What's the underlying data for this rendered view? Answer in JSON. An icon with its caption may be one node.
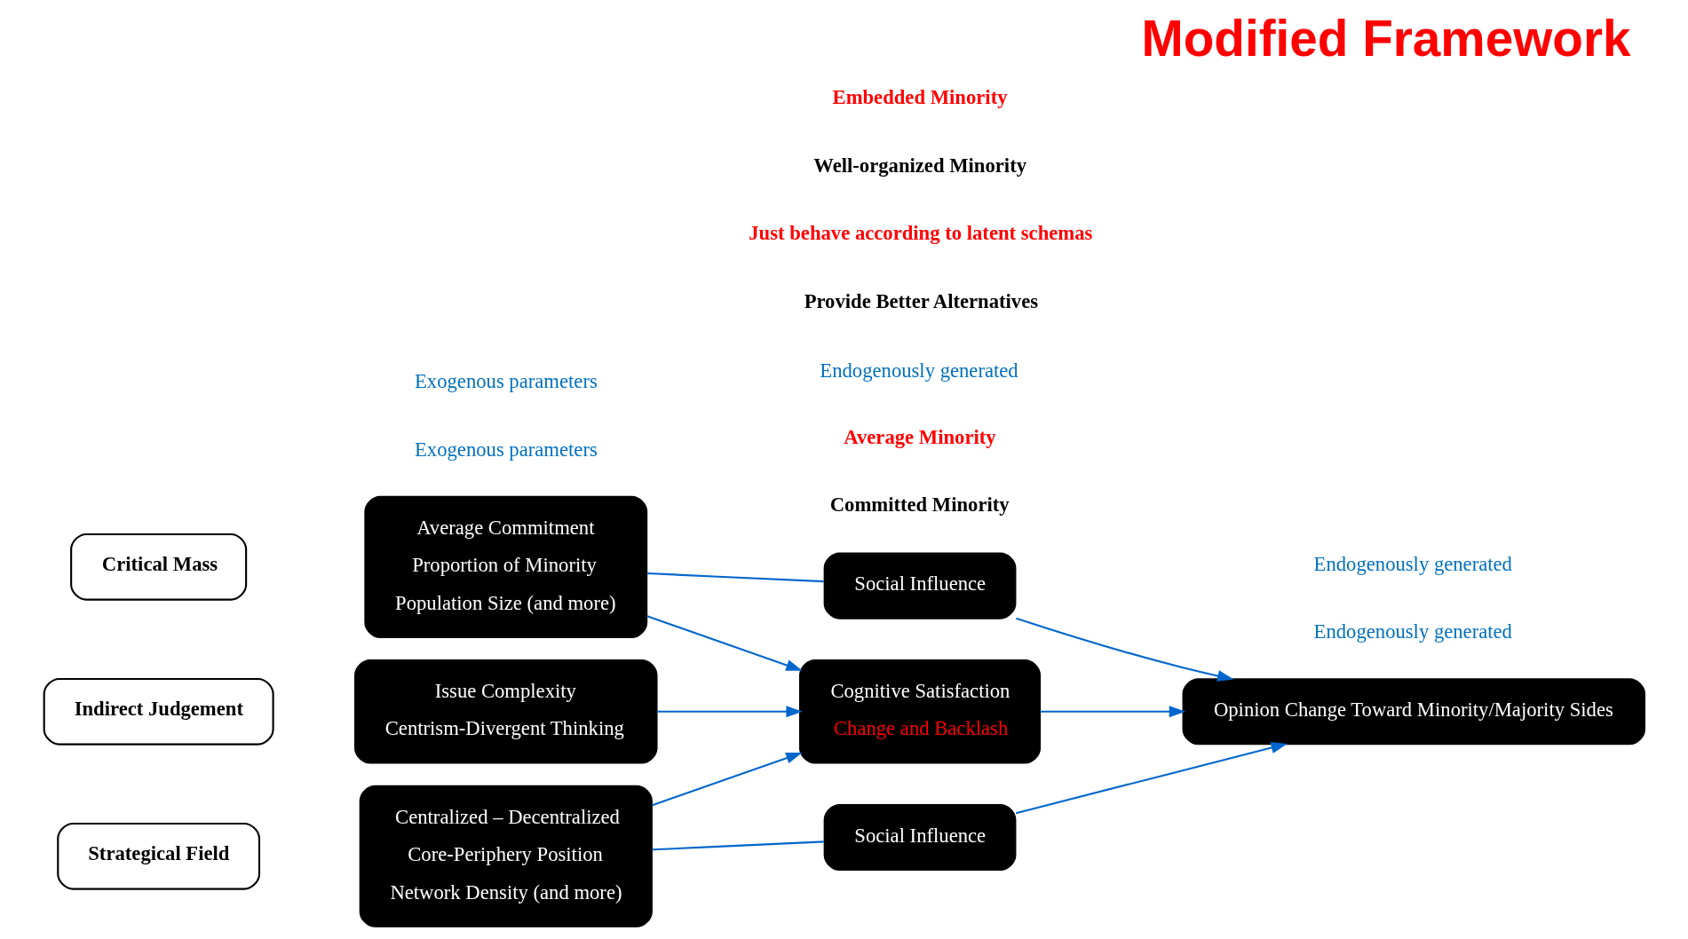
{
  "diagram": {
    "title": "Modified Framework",
    "nodes": [
      {
        "text": [
          "Critical Mass"
        ]
      },
      {
        "text": [
          "Average Commitment",
          "Proportion of Minority",
          "Population Size (and more)"
        ]
      },
      {
        "text": [
          "Indirect Judgement"
        ]
      },
      {
        "text": [
          "Issue Complexity",
          "Centrism-Divergent Thinking"
        ]
      },
      {
        "text": [
          "Strategical Field"
        ]
      },
      {
        "text": [
          "Centralized – Decentralized",
          "Core-Periphery Position",
          "Network Density (and more)"
        ]
      },
      {
        "text": [
          "Social Influence"
        ]
      },
      {
        "text": [
          "Cognitive Satisfaction",
          "Change and Backlash"
        ]
      },
      {
        "text": [
          "Social Influence"
        ]
      },
      {
        "text": [
          "Opinion Change Toward Minority/Majority Sides"
        ]
      }
    ],
    "edges": [
      {
        "from": 1,
        "to": 6,
        "arrow": "none",
        "color": "#0066cc"
      },
      {
        "from": 1,
        "to": 7,
        "arrow": "to",
        "color": "#0066cc"
      },
      {
        "from": 3,
        "to": 7,
        "arrow": "to",
        "color": "#0066cc"
      },
      {
        "from": 5,
        "to": 7,
        "arrow": "to",
        "color": "#0066cc"
      },
      {
        "from": 5,
        "to": 8,
        "arrow": "none",
        "color": "#0066cc"
      },
      {
        "from": 6,
        "to": 9,
        "arrow": "to",
        "color": "#0066cc"
      },
      {
        "from": 7,
        "to": 9,
        "arrow": "to",
        "color": "#0066cc"
      },
      {
        "from": 8,
        "to": 9,
        "arrow": "to",
        "color": "#0066cc"
      }
    ],
    "labels": [
      "Committed Minority",
      "Average Minority",
      "Exogenous parameters",
      "Endogenously generated",
      "Endogenously generated",
      "Provide Better Alternatives",
      "Just behave according to latent schemas",
      "Exogenous parameters",
      "Endogenously generated",
      "Well-organized Minority",
      "Embedded Minority"
    ]
  }
}
